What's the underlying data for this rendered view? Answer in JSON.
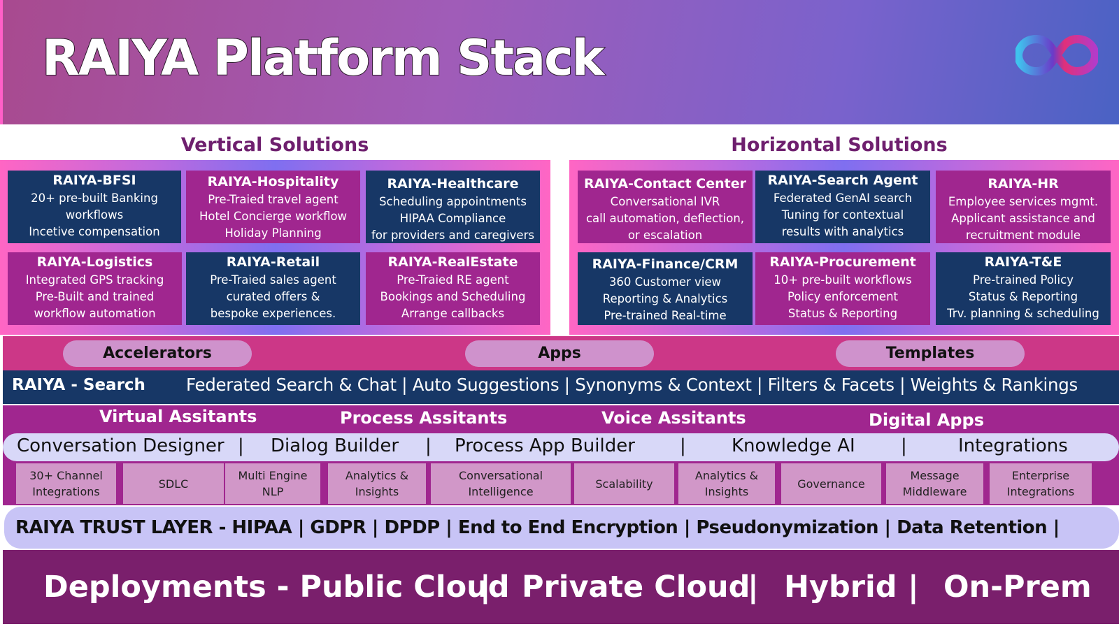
{
  "header": {
    "title": "RAIYA Platform Stack",
    "logo_icon": "infinity-logo-icon"
  },
  "vertical": {
    "heading": "Vertical Solutions",
    "cards": [
      {
        "title": "RAIYA-BFSI",
        "lines": [
          "20+ pre-built Banking",
          "workflows",
          "Incetive compensation"
        ],
        "color": "#173766"
      },
      {
        "title": "RAIYA-Hospitality",
        "lines": [
          "Pre-Traied travel agent",
          "Hotel Concierge workflow",
          "Holiday Planning"
        ],
        "color": "#a0268f"
      },
      {
        "title": "RAIYA-Healthcare",
        "lines": [
          "Scheduling appointments",
          "HIPAA Compliance",
          "for providers and caregivers"
        ],
        "color": "#173766"
      },
      {
        "title": "RAIYA-Logistics",
        "lines": [
          "Integrated  GPS tracking",
          "Pre-Built and trained",
          "workflow automation"
        ],
        "color": "#a0268f"
      },
      {
        "title": "RAIYA-Retail",
        "lines": [
          "Pre-Traied sales agent",
          "curated offers &",
          "bespoke experiences."
        ],
        "color": "#173766"
      },
      {
        "title": "RAIYA-RealEstate",
        "lines": [
          "Pre-Traied RE agent",
          "Bookings and Scheduling",
          "Arrange callbacks"
        ],
        "color": "#a0268f"
      }
    ]
  },
  "horizontal": {
    "heading": "Horizontal Solutions",
    "cards": [
      {
        "title": "RAIYA-Contact Center",
        "lines": [
          "Conversational IVR",
          "call automation, deflection,",
          "or escalation"
        ],
        "color": "#a0268f"
      },
      {
        "title": "RAIYA-Search Agent",
        "lines": [
          "Federated GenAI search",
          "Tuning for contextual",
          "results with analytics"
        ],
        "color": "#173766"
      },
      {
        "title": "RAIYA-HR",
        "lines": [
          "Employee services mgmt.",
          "Applicant assistance and",
          "recruitment module"
        ],
        "color": "#a0268f"
      },
      {
        "title": "RAIYA-Finance/CRM",
        "lines": [
          "360 Customer view",
          "Reporting & Analytics",
          "Pre-trained Real-time"
        ],
        "color": "#173766"
      },
      {
        "title": "RAIYA-Procurement",
        "lines": [
          "10+ pre-built workflows",
          "Policy enforcement",
          "Status & Reporting"
        ],
        "color": "#a0268f"
      },
      {
        "title": "RAIYA-T&E",
        "lines": [
          "Pre-trained Policy",
          "Status & Reporting",
          "Trv.  planning & scheduling"
        ],
        "color": "#173766"
      }
    ]
  },
  "accelerators": {
    "pills": [
      "Accelerators",
      "Apps",
      "Templates"
    ]
  },
  "search": {
    "label": "RAIYA - Search",
    "features": "Federated Search & Chat | Auto Suggestions | Synonyms & Context | Filters & Facets | Weights & Rankings"
  },
  "assistants": {
    "headings": [
      "Virtual Assitants",
      "Process Assitants",
      "Voice Assitants",
      "Digital Apps"
    ],
    "builders": [
      "Conversation Designer",
      "|",
      "Dialog Builder",
      "|",
      "Process App Builder",
      "|",
      "Knowledge AI",
      "|",
      "Integrations"
    ],
    "tiles": [
      [
        "30+ Channel",
        "Integrations"
      ],
      [
        "SDLC"
      ],
      [
        "Multi Engine",
        "NLP"
      ],
      [
        "Analytics &",
        "Insights"
      ],
      [
        "Conversational",
        "Intelligence"
      ],
      [
        "Scalability"
      ],
      [
        "Analytics &",
        "Insights"
      ],
      [
        "Governance"
      ],
      [
        "Message",
        "Middleware"
      ],
      [
        "Enterprise",
        "Integrations"
      ]
    ]
  },
  "trust": {
    "text": "RAIYA TRUST LAYER - HIPAA | GDPR | DPDP | End to End Encryption | Pseudonymization | Data Retention |"
  },
  "deployments": {
    "parts": [
      "Deployments - Public Cloud",
      "|",
      "Private Cloud",
      "|",
      "Hybrid",
      "|",
      "On-Prem"
    ]
  },
  "colors": {
    "navy": "#173766",
    "magenta": "#a0268f",
    "pink_bar": "#cc3787",
    "pill": "#cf92cc",
    "tile": "#d197c8",
    "builder_bar": "#d8d8f8",
    "trust_bar": "#c8c4f6",
    "deploy_bar": "#7a1f6c",
    "heading_text": "#6e1f6e"
  }
}
